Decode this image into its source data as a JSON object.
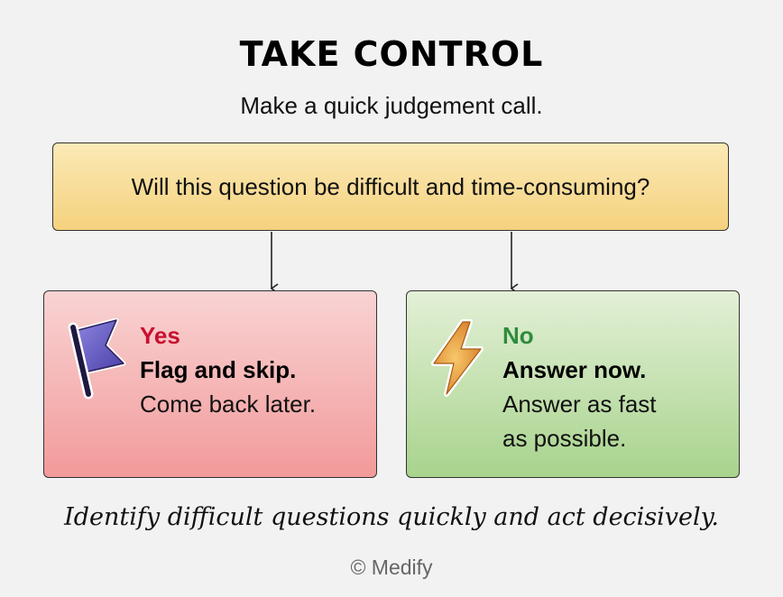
{
  "header": {
    "title": "TAKE CONTROL",
    "subtitle": "Make a quick judgement call."
  },
  "question": {
    "text": "Will this question be difficult and time-consuming?"
  },
  "options": [
    {
      "answer": "Yes",
      "heading": "Flag and skip.",
      "body": "Come back later.",
      "icon": "flag-icon",
      "color": "#c8102e"
    },
    {
      "answer": "No",
      "heading": "Answer now.",
      "body_line1": "Answer as fast",
      "body_line2": "as possible.",
      "icon": "lightning-bolt-icon",
      "color": "#2e8b3e"
    }
  ],
  "footer": {
    "tagline": "Identify difficult questions quickly and act decisively.",
    "copyright": "© Medify"
  }
}
